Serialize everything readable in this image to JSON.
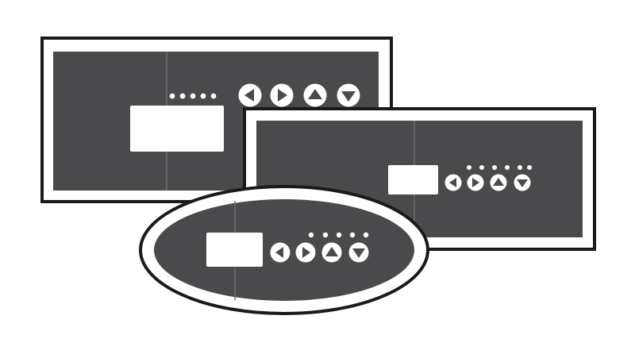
{
  "colors": {
    "background": "#ffffff",
    "panel_fill": "#4a4a4c",
    "bezel_fill": "#ffffff",
    "outline": "#1a1a1a",
    "display_fill": "#ffffff",
    "divider": "#6b6b6d",
    "button_fill": "#ffffff",
    "button_glyph": "#4a4a4c",
    "indicator_fill": "#ffffff"
  },
  "panels": [
    {
      "id": "rect-panel-large",
      "shape": "rectangle",
      "indicator_count": 5,
      "buttons": [
        "left-arrow",
        "right-arrow",
        "up-arrow",
        "down-arrow"
      ]
    },
    {
      "id": "rect-panel-small",
      "shape": "rectangle",
      "indicator_count": 5,
      "buttons": [
        "left-arrow",
        "right-arrow",
        "up-arrow",
        "down-arrow"
      ]
    },
    {
      "id": "oval-panel",
      "shape": "oval",
      "indicator_count": 5,
      "buttons": [
        "left-arrow",
        "right-arrow",
        "up-arrow",
        "down-arrow"
      ]
    }
  ]
}
